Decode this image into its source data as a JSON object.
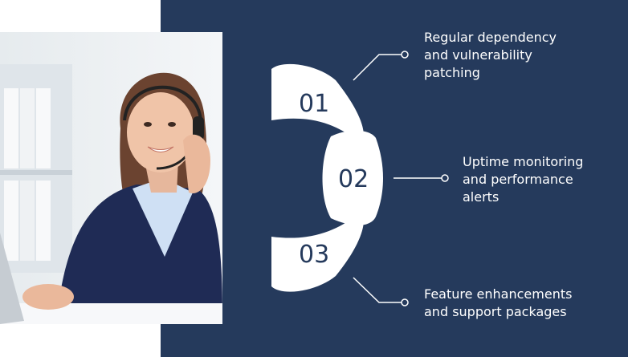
{
  "colors": {
    "panel": "#253a5c",
    "segment": "#ffffff",
    "text": "#ffffff"
  },
  "photo": {
    "icon": "support-agent-photo"
  },
  "steps": [
    {
      "number": "01",
      "text": "Regular dependency\nand vulnerability\npatching"
    },
    {
      "number": "02",
      "text": "Uptime monitoring\nand performance\nalerts"
    },
    {
      "number": "03",
      "text": "Feature enhancements\nand support packages"
    }
  ]
}
